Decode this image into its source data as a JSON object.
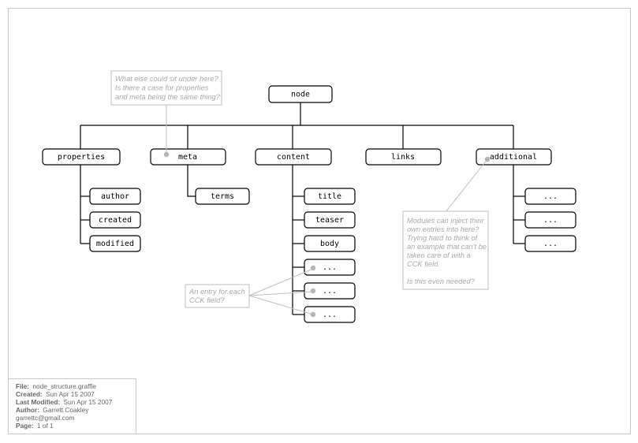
{
  "nodes": {
    "node": "node",
    "properties": "properties",
    "meta": "meta",
    "content": "content",
    "links": "links",
    "additional": "additional",
    "author": "author",
    "created": "created",
    "modified": "modified",
    "terms": "terms",
    "title": "title",
    "teaser": "teaser",
    "body": "body",
    "cck1": "...",
    "cck2": "...",
    "cck3": "...",
    "add1": "...",
    "add2": "...",
    "add3": "..."
  },
  "notes": {
    "properties_meta": [
      "What else could sit under here?",
      "Is there a case for properties",
      "and meta being the same thing?"
    ],
    "cck": [
      "An entry for each",
      "CCK field?"
    ],
    "modules": [
      "Modules can inject their",
      "own entries into here?",
      "Trying hard to think of",
      "an example that can't be",
      "taken care of with a",
      "CCK field.",
      "",
      "Is this even needed?"
    ]
  },
  "file_info": {
    "file_label": "File:",
    "file_value": "node_structure.graffle",
    "created_label": "Created:",
    "created_value": "Sun Apr 15 2007",
    "modified_label": "Last Modified:",
    "modified_value": "Sun Apr 15 2007",
    "author_label": "Author:",
    "author_value": "Garrett Coakley",
    "email": "garrettc@gmail.com",
    "page_label": "Page:",
    "page_value": "1 of 1"
  }
}
